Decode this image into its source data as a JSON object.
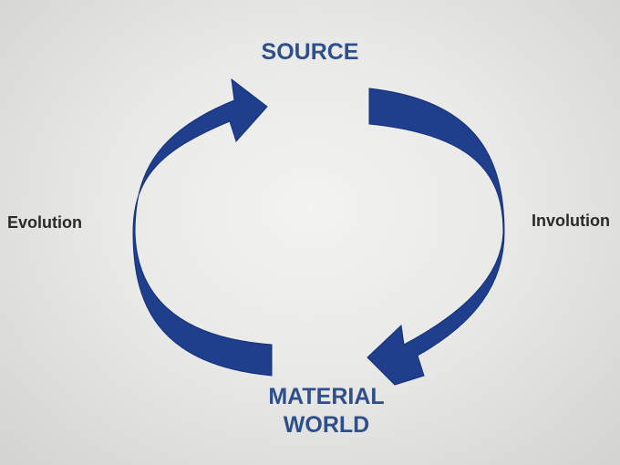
{
  "diagram": {
    "nodes": {
      "source": "SOURCE",
      "material_world": [
        "MATERIAL",
        "WORLD"
      ]
    },
    "sides": {
      "left": "Evolution",
      "right": "Involution"
    },
    "colors": {
      "arrow_fill": "#1f3f8c",
      "arrow_edge": "#14307a",
      "node_text": "#2f4f8a",
      "side_text": "#2a2a2a"
    }
  }
}
